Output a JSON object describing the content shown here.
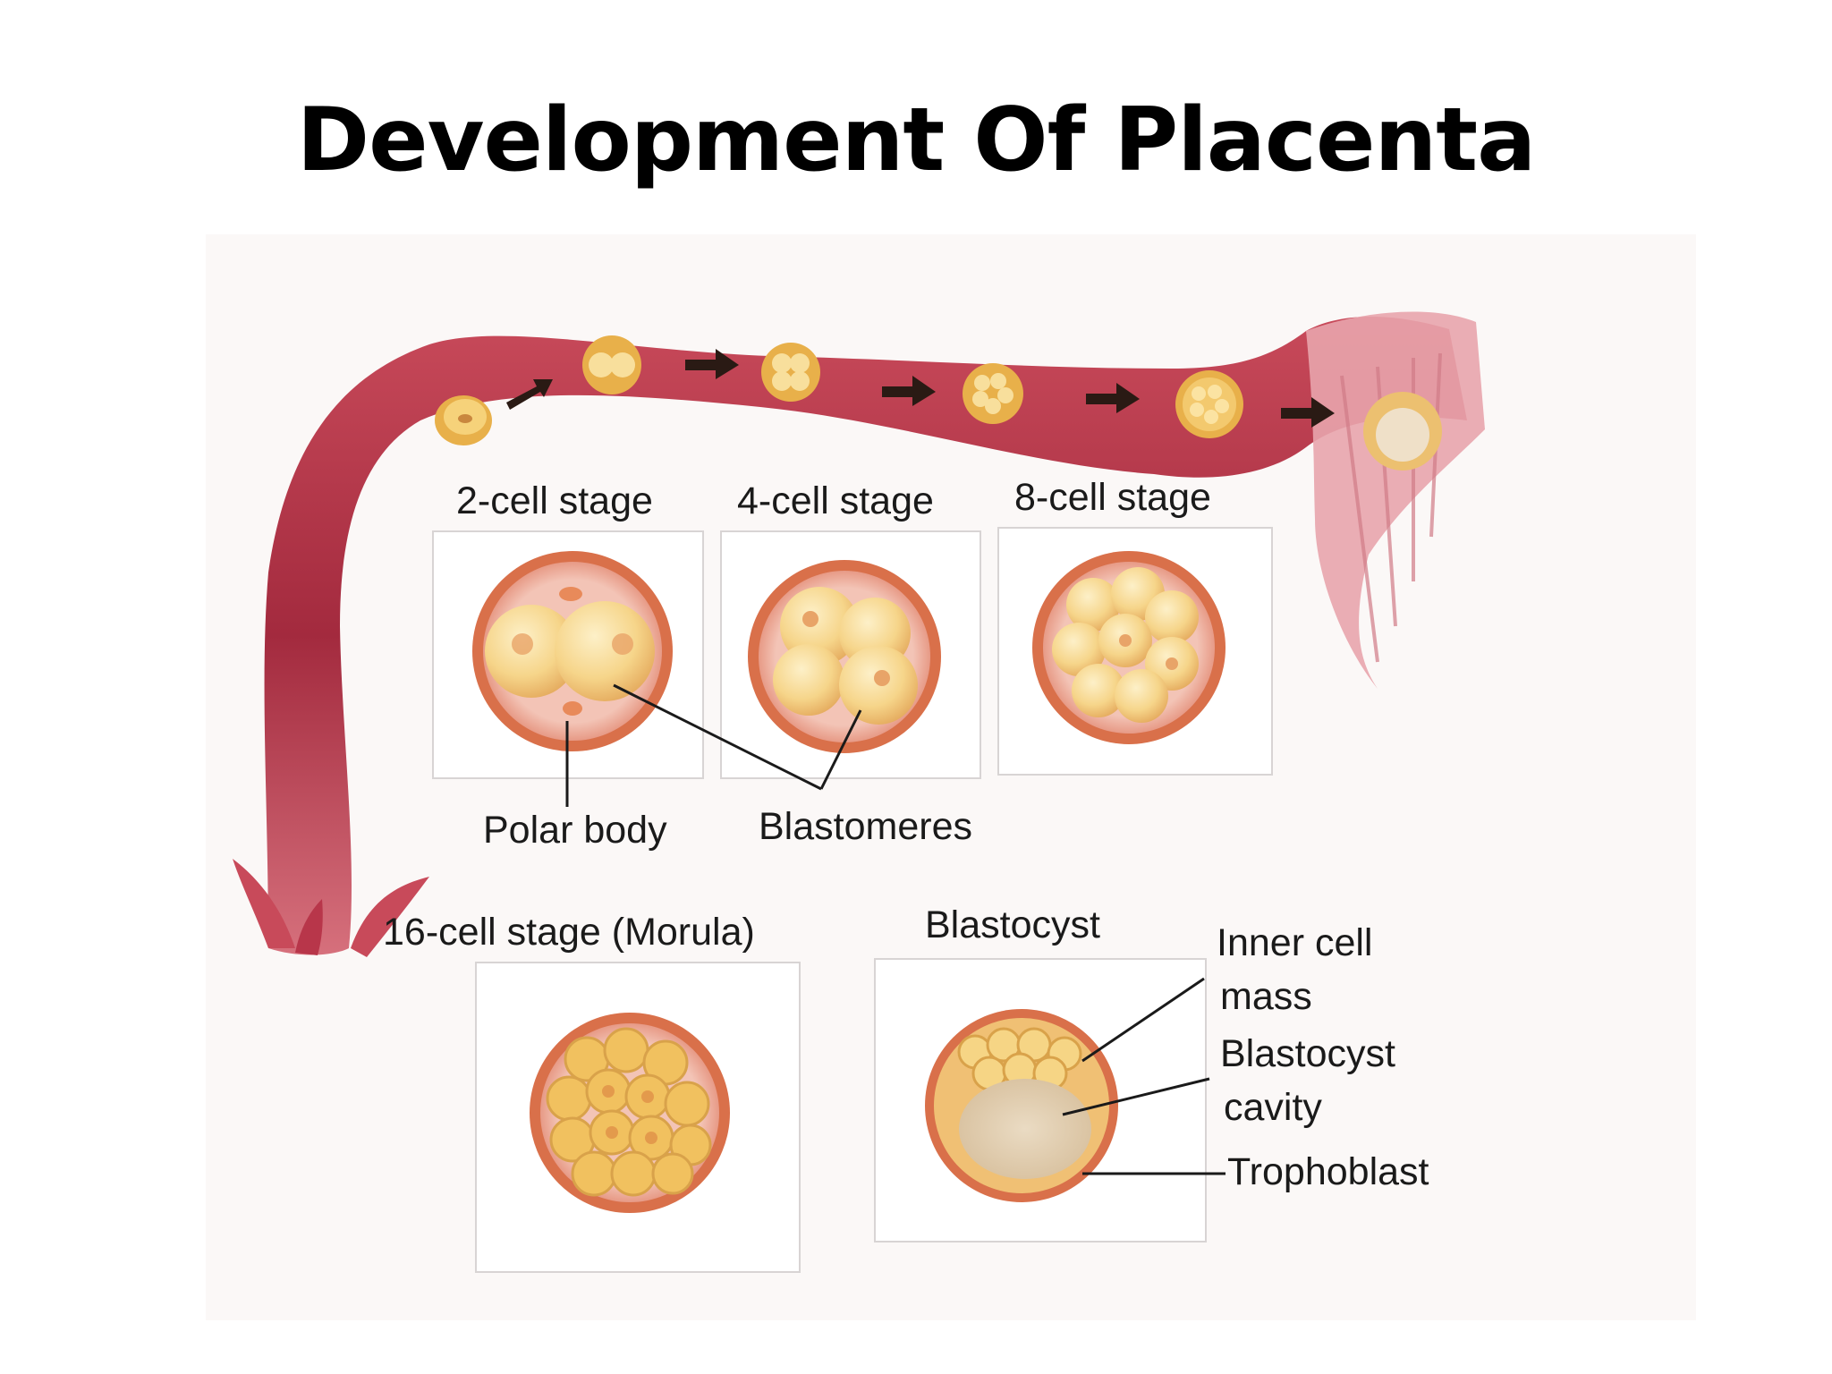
{
  "title": "Development Of Placenta",
  "diagram": {
    "stage_labels": {
      "two_cell": "2-cell stage",
      "four_cell": "4-cell stage",
      "eight_cell": "8-cell stage",
      "sixteen_cell": "16-cell stage (Morula)",
      "blastocyst": "Blastocyst"
    },
    "annotations": {
      "polar_body": "Polar body",
      "blastomeres": "Blastomeres",
      "inner_cell_mass_line1": "Inner cell",
      "inner_cell_mass_line2": "mass",
      "blastocyst_cavity_line1": "Blastocyst",
      "blastocyst_cavity_line2": "cavity",
      "trophoblast": "Trophoblast"
    },
    "colors": {
      "tube": "#b8364a",
      "tube_light": "#d98890",
      "zona": "#d9704a",
      "zona_inner": "#f2c1b3",
      "cell": "#f4cd7a",
      "cell_light": "#fbe7b5",
      "nucleus": "#e8a468",
      "cavity": "#e6cfae",
      "arrow": "#2a1a14"
    }
  }
}
